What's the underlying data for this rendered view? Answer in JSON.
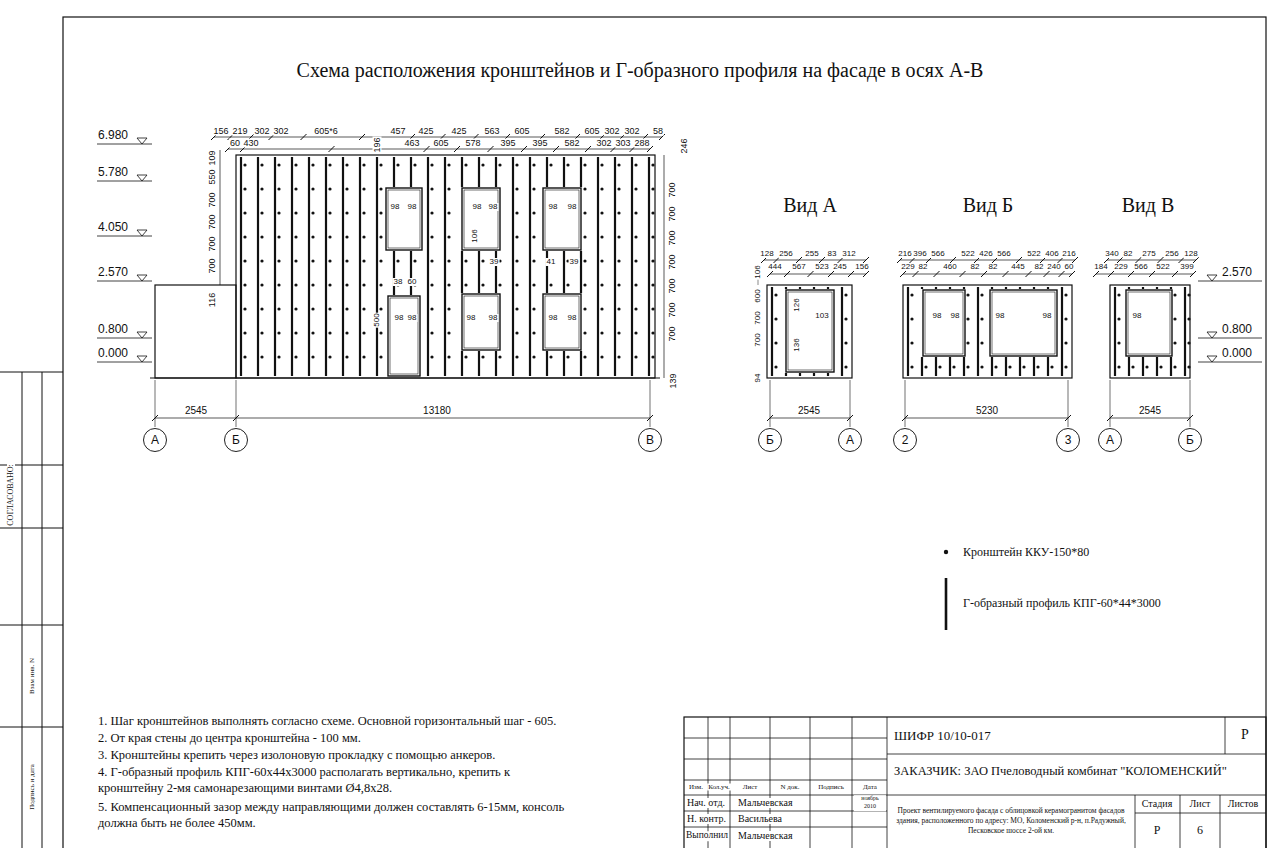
{
  "diagram": {
    "title": "Схема расположения кронштейнов и Г-образного профиля на фасаде в осях А-В",
    "nodes": [
      {
        "text": [
          "А"
        ]
      },
      {
        "text": [
          "Б"
        ]
      },
      {
        "text": [
          "В"
        ]
      },
      {
        "text": [
          "Б"
        ]
      },
      {
        "text": [
          "А"
        ]
      },
      {
        "text": [
          "2"
        ]
      },
      {
        "text": [
          "3"
        ]
      },
      {
        "text": [
          "А"
        ]
      },
      {
        "text": [
          "Б"
        ]
      }
    ],
    "labels": [
      "6.980",
      "5.780",
      "4.050",
      "2.570",
      "0.800",
      "0.000",
      "156",
      "219",
      "302",
      "302",
      "605*6",
      "457",
      "425",
      "425",
      "563",
      "605",
      "582",
      "605",
      "302",
      "302",
      "58",
      "60",
      "430",
      "463",
      "605",
      "578",
      "395",
      "395",
      "582",
      "302",
      "303",
      "288",
      "196",
      "246",
      "139",
      "109",
      "550",
      "700",
      "700",
      "700",
      "700",
      "116",
      "700",
      "700",
      "700",
      "700",
      "700",
      "700",
      "700",
      "98",
      "98",
      "98",
      "98",
      "98",
      "98",
      "98",
      "98",
      "98",
      "98",
      "98",
      "98",
      "38",
      "60",
      "39",
      "41",
      "39",
      "106",
      "500",
      "2545",
      "13180",
      "Вид А",
      "128",
      "256",
      "255",
      "83",
      "312",
      "444",
      "567",
      "523",
      "245",
      "156",
      "106",
      "600",
      "700",
      "700",
      "94",
      "126",
      "103",
      "136",
      "2545",
      "Вид Б",
      "216",
      "396",
      "566",
      "522",
      "426",
      "566",
      "522",
      "406",
      "216",
      "229",
      "82",
      "460",
      "82",
      "82",
      "445",
      "82",
      "240",
      "60",
      "98",
      "98",
      "98",
      "98",
      "5230",
      "Вид В",
      "340",
      "82",
      "275",
      "256",
      "128",
      "184",
      "229",
      "566",
      "522",
      "399",
      "98",
      "2545",
      "2.570",
      "0.800",
      "0.000",
      "1. Шаг кронштейнов выполнять согласно схеме. Основной горизонтальный шаг - 605.",
      "2. От края стены до центра кронштейна - 100 мм.",
      "3. Кронштейны крепить через изолоновую прокладку с помощью анкеров.",
      "4. Г-образный профиль КПГ-60х44х3000 располагать вертикально, крепить к кронштейну 2-мя самонарезающими винтами Ø4,8х28.",
      "5. Компенсационный зазор между направляющими должен составлять 6-15мм, консоль должна быть не более 450мм.",
      "ШИФР 10/10-017",
      "Р",
      "ЗАКАЗЧИК: ЗАО Пчеловодный комбинат \"КОЛОМЕНСКИЙ\"",
      "Изм.",
      "Кол.уч.",
      "Лист",
      "N док.",
      "Подпись",
      "Дата",
      "Нач. отд.",
      "Мальчевская",
      "ноябрь 2010",
      "Н. контр.",
      "Васильева",
      "Выполнил",
      "Мальчевская",
      "Проект вентилируемого фасада с облицовкой керамогранитом фасадов здания, расположенного по адресу: МО, Коломенский р-н, п.Радужный, Песковское шоссе 2-ой км.",
      "Стадия",
      "Лист",
      "Листов",
      "Р",
      "6",
      "СОГЛАСОВАНО:",
      "Взам инв. N",
      "Подпись и дата"
    ],
    "legend": [
      {
        "text": "Кронштейн ККУ-150*80"
      },
      {
        "text": "Г-образный профиль КПГ-60*44*3000"
      }
    ]
  }
}
